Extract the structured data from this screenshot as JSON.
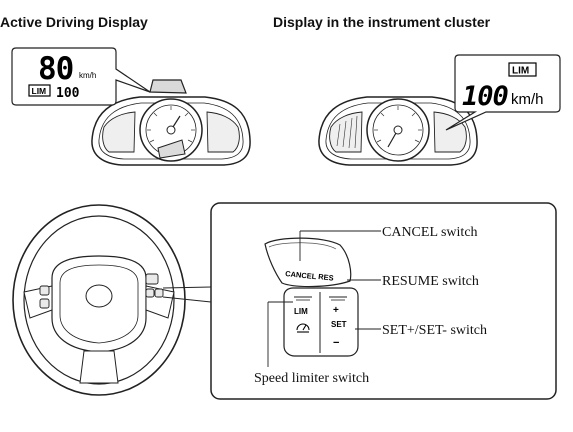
{
  "headings": {
    "active_driving_display": "Active Driving Display",
    "instrument_cluster_display": "Display in the instrument cluster"
  },
  "add_readout": {
    "speed": "80",
    "unit": "km/h",
    "lim_badge": "LIM",
    "set_speed": "100"
  },
  "cluster_readout": {
    "lim_badge": "LIM",
    "speed": "100",
    "unit": "km/h"
  },
  "switch_faces": {
    "cancel": "CANCEL",
    "res": "RES",
    "lim": "LIM",
    "set": "SET",
    "plus": "+",
    "minus": "−"
  },
  "callouts": {
    "cancel_switch": "CANCEL switch",
    "resume_switch": "RESUME switch",
    "set_switch": "SET+/SET- switch",
    "speed_limiter_switch": "Speed limiter switch"
  }
}
